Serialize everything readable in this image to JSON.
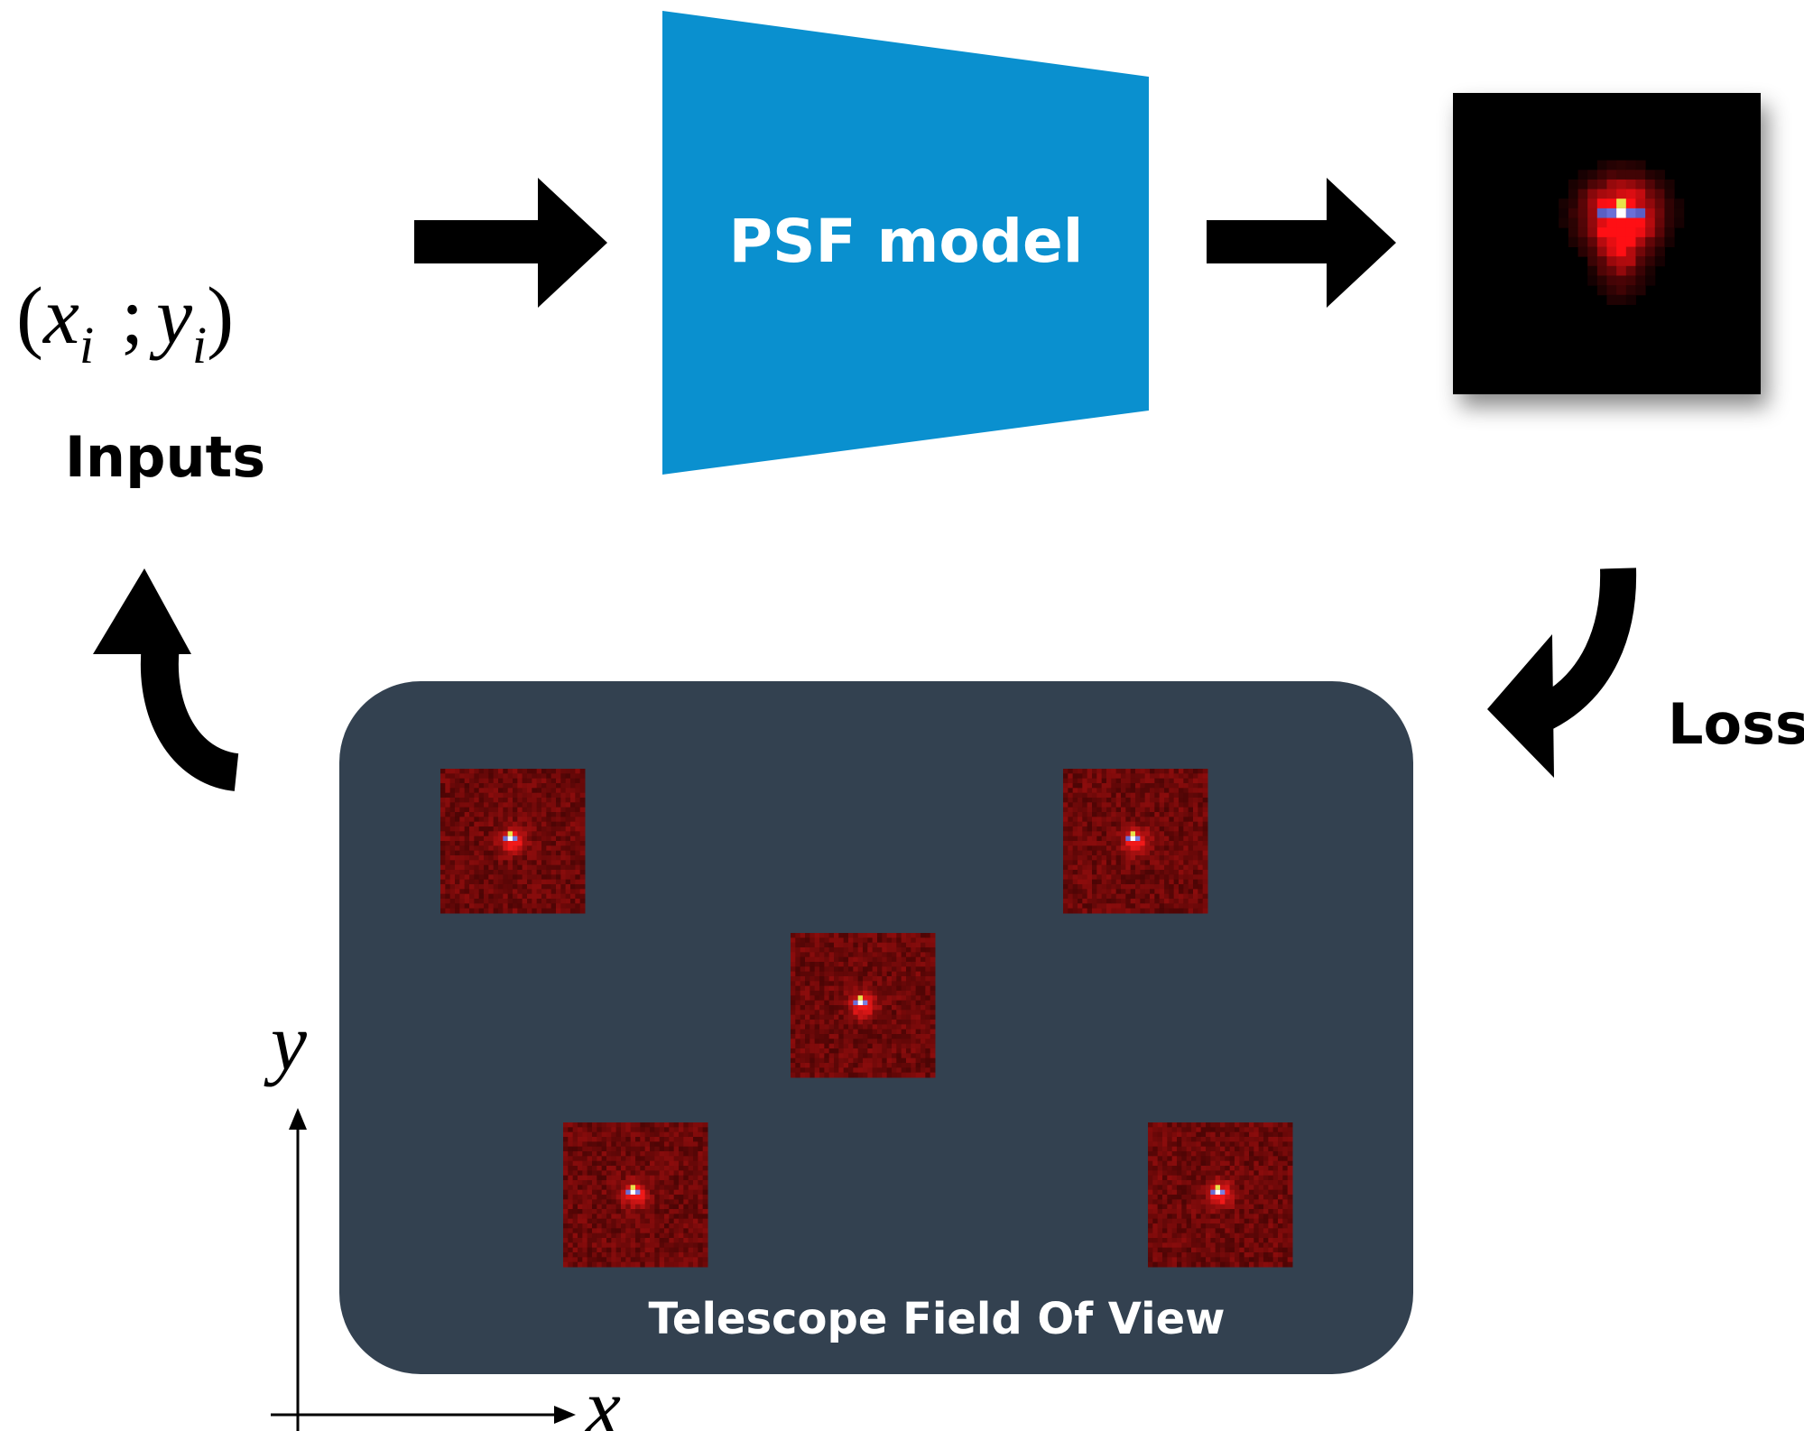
{
  "inputs": {
    "formula": {
      "open": "(",
      "x": "x",
      "sub1": "i",
      "sep": ";",
      "y": "y",
      "sub2": "i",
      "close": ")"
    },
    "label": "Inputs"
  },
  "model": {
    "label": "PSF model",
    "color": "#0a90cf"
  },
  "loss": {
    "label": "Loss"
  },
  "field": {
    "label": "Telescope Field Of View",
    "color": "#334150"
  },
  "axes": {
    "x_label": "x",
    "y_label": "y"
  },
  "colors": {
    "arrow": "#000000",
    "psf_core": "#ff2020",
    "psf_noise": "#8a1414"
  },
  "icons": [
    "arrow-right-icon",
    "curved-arrow-down-icon",
    "curved-arrow-up-icon"
  ]
}
